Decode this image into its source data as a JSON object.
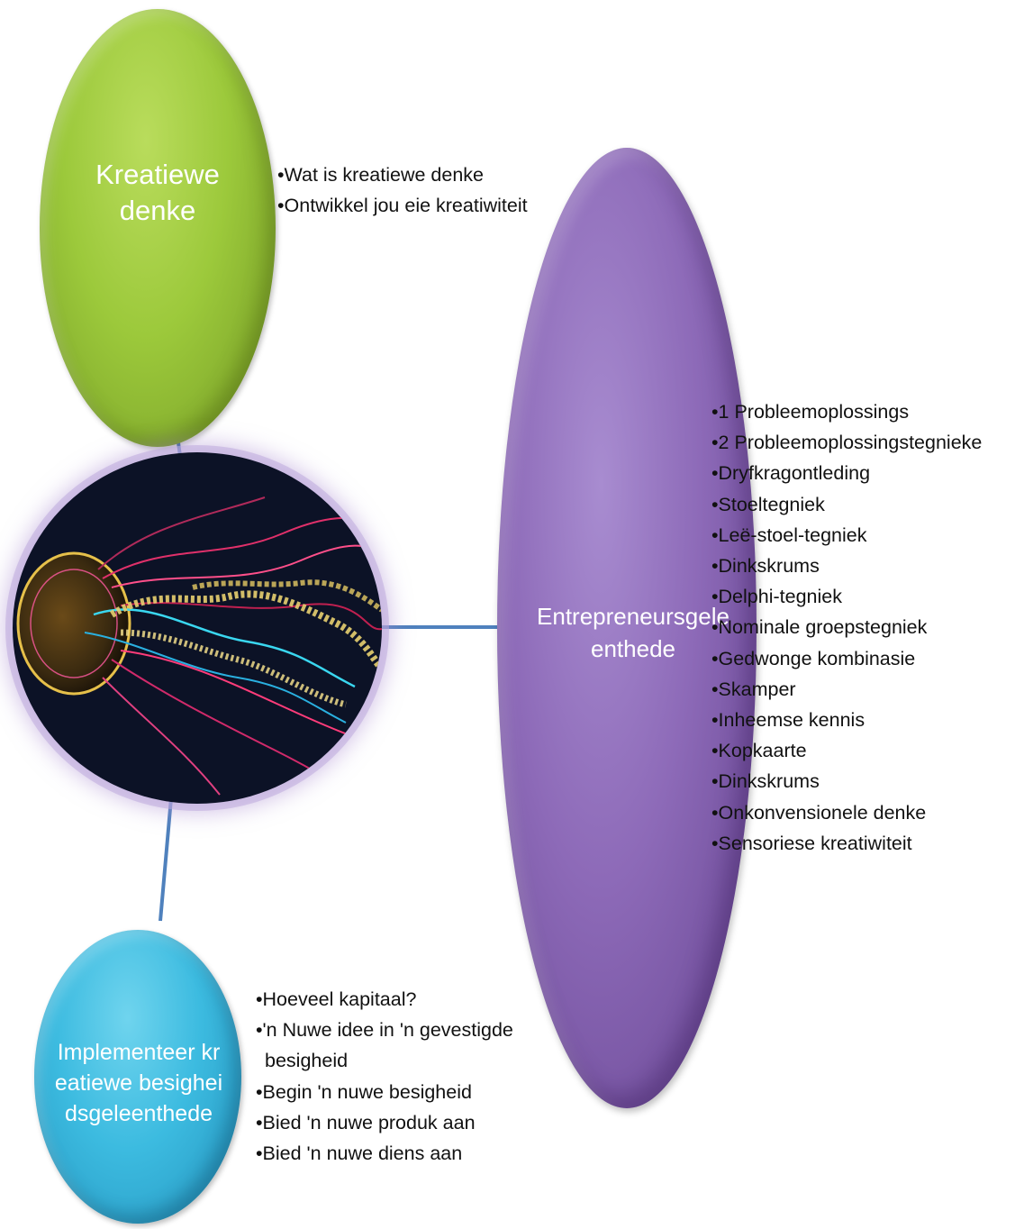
{
  "nodes": {
    "kreatiewe": {
      "title": "Kreatiewe denke",
      "color": "#9cc93b",
      "items": [
        "Wat is kreatiewe denke",
        "Ontwikkel jou eie kreatiwiteit"
      ]
    },
    "entrepreneur": {
      "title": "Entrepreneursgeleenthede",
      "color": "#8d6ab8",
      "items": [
        "1 Probleemoplossings",
        "2 Probleemoplossingstegnieke",
        "Dryfkragontleding",
        "Stoeltegniek",
        "Leë-stoel-tegniek",
        "Dinkskrums",
        "Delphi-tegniek",
        "Nominale groepstegniek",
        "Gedwonge kombinasie",
        "Skamper",
        "Inheemse kennis",
        "Kopkaarte",
        "Dinkskrums",
        "Onkonvensionele denke",
        "Sensoriese kreatiwiteit"
      ]
    },
    "implementeer": {
      "title": "Implementeer kreatiewe besigheidsgeleenthede",
      "color": "#3cbbe0",
      "items": [
        "Hoeveel kapitaal?",
        "'n Nuwe idee in 'n gevestigde besigheid",
        "Begin 'n nuwe besigheid",
        "Bied 'n nuwe produk aan",
        "Bied 'n nuwe diens aan"
      ]
    }
  },
  "center_image": {
    "subject": "jellyfish-photo",
    "icon": "jellyfish-image"
  },
  "colors": {
    "connector": "#4f81bd"
  }
}
